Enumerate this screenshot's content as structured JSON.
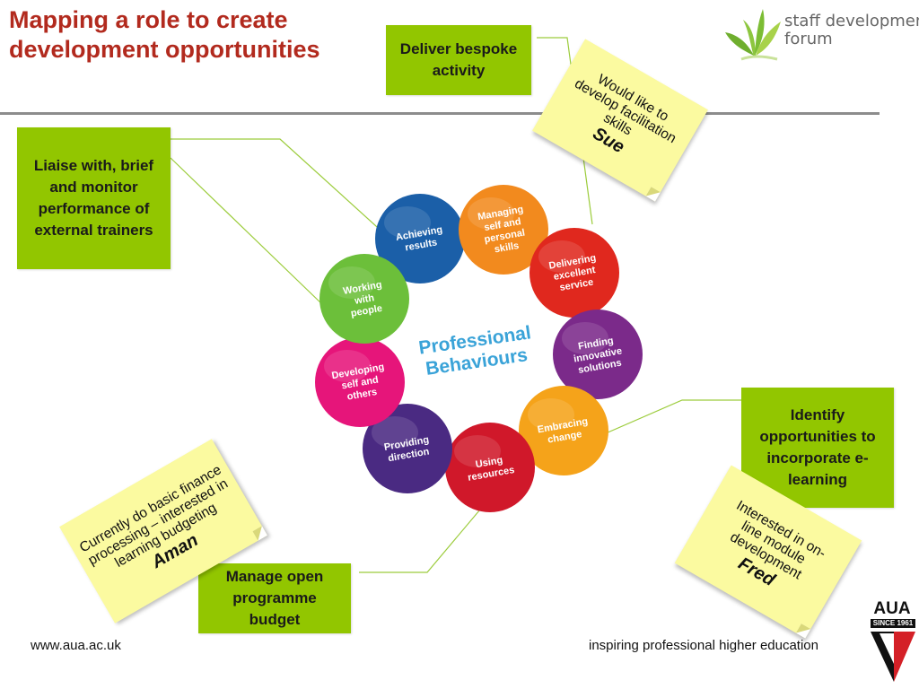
{
  "title": "Mapping a role to create development opportunities",
  "logo": {
    "line1": "staff development",
    "line2": "forum",
    "icon": "leaf-icon",
    "color": "#8dc63f"
  },
  "aua_logo": {
    "text": "AUA",
    "since": "SINCE 1961"
  },
  "footer": {
    "url": "www.aua.ac.uk",
    "tagline": "inspiring professional higher education"
  },
  "center_label": {
    "line1": "Professional",
    "line2": "Behaviours"
  },
  "behaviours": [
    {
      "lines": [
        "Achieving",
        "results"
      ],
      "color": "#1b5fa8"
    },
    {
      "lines": [
        "Managing",
        "self and",
        "personal",
        "skills"
      ],
      "color": "#f28a1e"
    },
    {
      "lines": [
        "Delivering",
        "excellent",
        "service"
      ],
      "color": "#e0281e"
    },
    {
      "lines": [
        "Finding",
        "innovative",
        "solutions"
      ],
      "color": "#7b2a8a"
    },
    {
      "lines": [
        "Embracing",
        "change"
      ],
      "color": "#f5a31a"
    },
    {
      "lines": [
        "Using",
        "resources"
      ],
      "color": "#d0182a"
    },
    {
      "lines": [
        "Providing",
        "direction"
      ],
      "color": "#4a2a82"
    },
    {
      "lines": [
        "Developing",
        "self and",
        "others"
      ],
      "color": "#e6157a"
    },
    {
      "lines": [
        "Working",
        "with",
        "people"
      ],
      "color": "#6cbf3a"
    }
  ],
  "tasks": {
    "deliver": "Deliver bespoke activity",
    "liaise": "Liaise with, brief and monitor performance of external trainers",
    "identify": "Identify opportunities to incorporate e-learning",
    "manage": "Manage open programme budget"
  },
  "notes": {
    "sue": {
      "text": "Would like to develop facilitation skills",
      "name": "Sue"
    },
    "aman": {
      "text": "Currently do basic finance processing – interested in learning budgeting",
      "name": "Aman"
    },
    "fred": {
      "text": "Interested in on-line module development",
      "name": "Fred"
    }
  },
  "colors": {
    "title": "#b22a1e",
    "task_box": "#92c600",
    "note": "#fbfaa0",
    "connector": "#9ccc3c",
    "center_text": "#3aa3d8"
  }
}
